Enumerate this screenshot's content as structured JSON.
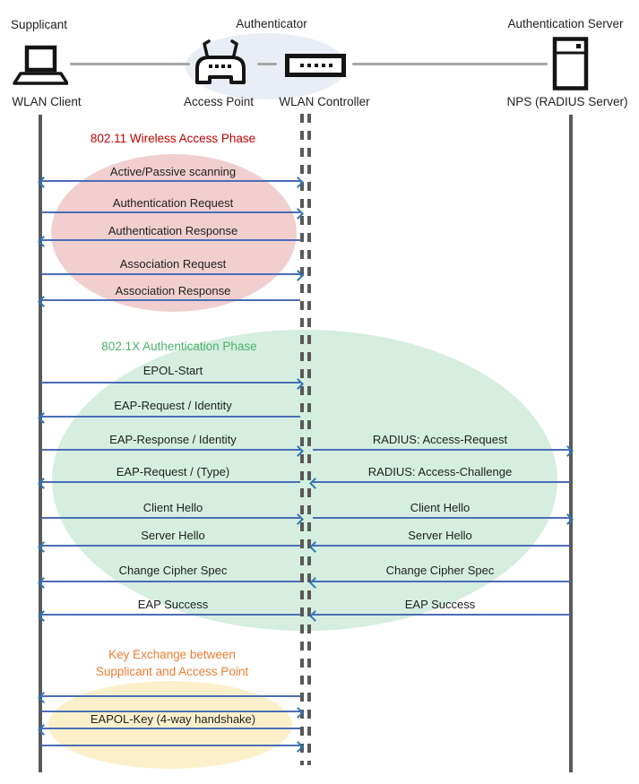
{
  "header": {
    "supplicant": "Supplicant",
    "authenticator": "Authenticator",
    "authentication_server": "Authentication Server",
    "wlan_client": "WLAN Client",
    "access_point": "Access Point",
    "wlan_controller": "WLAN Controller",
    "nps": "NPS (RADIUS Server)"
  },
  "colors": {
    "arrow_line": "#4a6db6",
    "arrow_head": "#2e75b6",
    "lifeline": "#595959",
    "connector": "#a6a6a6",
    "authenticator_fill": "#e9edf6",
    "phase1_title": "#c00000",
    "phase1_fill": "#f1cfcf",
    "phase2_title": "#4daf6f",
    "phase2_fill": "#d5eedf",
    "phase3_title": "#ed7d31",
    "phase3_fill": "#fcf0cb"
  },
  "phases": [
    {
      "title": "802.11 Wireless Access Phase",
      "messages": [
        {
          "label": "Active/Passive scanning",
          "direction": "both",
          "segment": "client-controller"
        },
        {
          "label": "Authentication Request",
          "direction": "right",
          "segment": "client-controller"
        },
        {
          "label": "Authentication Response",
          "direction": "left",
          "segment": "client-controller"
        },
        {
          "label": "Association Request",
          "direction": "right",
          "segment": "client-controller"
        },
        {
          "label": "Association Response",
          "direction": "left",
          "segment": "client-controller"
        }
      ]
    },
    {
      "title": "802.1X Authentication Phase",
      "messages": [
        {
          "label": "EPOL-Start",
          "direction": "right",
          "segment": "client-controller"
        },
        {
          "label": "EAP-Request / Identity",
          "direction": "left",
          "segment": "client-controller"
        },
        {
          "label": "EAP-Response / Identity",
          "direction": "right",
          "segment": "client-controller"
        },
        {
          "label": "RADIUS: Access-Request",
          "direction": "right",
          "segment": "controller-server"
        },
        {
          "label": "EAP-Request / (Type)",
          "direction": "left",
          "segment": "client-controller"
        },
        {
          "label": "RADIUS: Access-Challenge",
          "direction": "left",
          "segment": "controller-server"
        },
        {
          "label": "Client Hello",
          "direction": "right",
          "segment": "client-controller"
        },
        {
          "label": "Client Hello",
          "direction": "right",
          "segment": "controller-server"
        },
        {
          "label": "Server Hello",
          "direction": "left",
          "segment": "client-controller"
        },
        {
          "label": "Server Hello",
          "direction": "left",
          "segment": "controller-server"
        },
        {
          "label": "Change Cipher Spec",
          "direction": "left",
          "segment": "client-controller"
        },
        {
          "label": "Change Cipher Spec",
          "direction": "left",
          "segment": "controller-server"
        },
        {
          "label": "EAP Success",
          "direction": "left",
          "segment": "client-controller"
        },
        {
          "label": "EAP Success",
          "direction": "left",
          "segment": "controller-server"
        }
      ]
    },
    {
      "title": "Key Exchange between\nSupplicant and Access Point",
      "messages": [
        {
          "label": "",
          "direction": "left",
          "segment": "client-controller"
        },
        {
          "label": "",
          "direction": "right",
          "segment": "client-controller"
        },
        {
          "label": "EAPOL-Key (4-way handshake)",
          "direction": "left",
          "segment": "client-controller"
        },
        {
          "label": "",
          "direction": "right",
          "segment": "client-controller"
        }
      ]
    }
  ]
}
